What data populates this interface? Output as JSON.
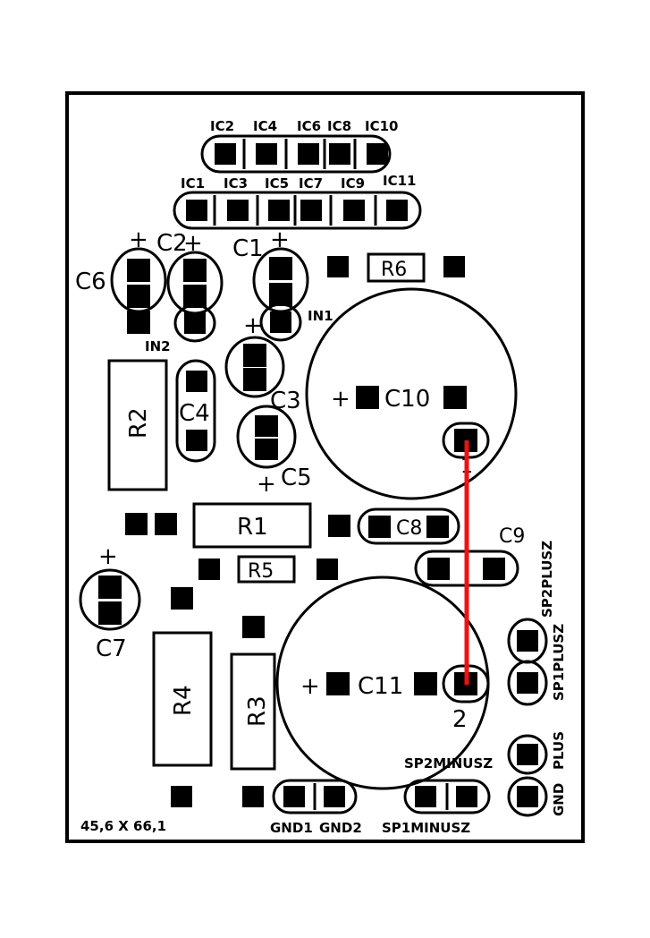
{
  "labels": {
    "ic2": "IC2",
    "ic4": "IC4",
    "ic6": "IC6",
    "ic8": "IC8",
    "ic10": "IC10",
    "ic1": "IC1",
    "ic3": "IC3",
    "ic5": "IC5",
    "ic7": "IC7",
    "ic9": "IC9",
    "ic11": "IC11",
    "c1": "C1",
    "c2": "C2",
    "c3": "C3",
    "c4": "C4",
    "c5": "C5",
    "c6": "C6",
    "c7": "C7",
    "c8": "C8",
    "c9": "C9",
    "c10": "C10",
    "c11": "C11",
    "r1": "R1",
    "r2": "R2",
    "r3": "R3",
    "r4": "R4",
    "r5": "R5",
    "r6": "R6",
    "in1": "IN1",
    "in2": "IN2",
    "gnd1": "GND1",
    "gnd2": "GND2",
    "sp1minusz": "SP1MINUSZ",
    "sp2minusz": "SP2MINUSZ",
    "sp1plusz": "SP1PLUSZ",
    "sp2plusz": "SP2PLUSZ",
    "plus": "PLUS",
    "gnd": "GND",
    "pin1": "1",
    "pin2": "2",
    "plus_sign": "+",
    "dimensions": "45,6 X 66,1"
  },
  "colors": {
    "trace": "#ee1111",
    "ink": "#000000",
    "paper": "#ffffff"
  }
}
